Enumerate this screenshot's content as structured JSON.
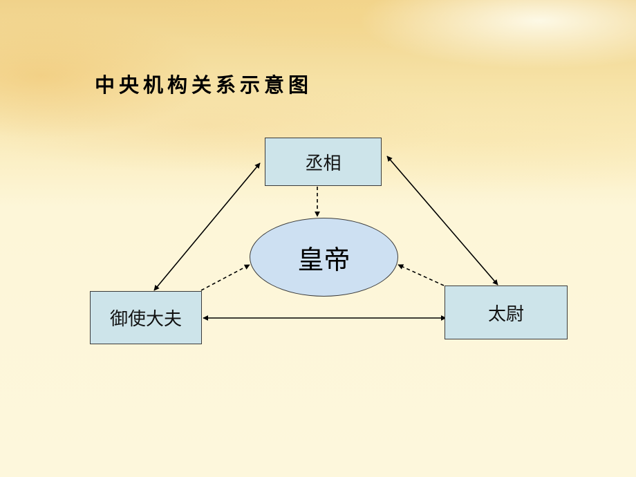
{
  "title": "中央机构关系示意图",
  "nodes": {
    "emperor": "皇帝",
    "chancellor": "丞相",
    "censor": "御使大夫",
    "commandant": "太尉"
  },
  "relations": {
    "mutual": [
      [
        "chancellor",
        "censor"
      ],
      [
        "chancellor",
        "commandant"
      ],
      [
        "censor",
        "commandant"
      ]
    ],
    "subordinate": [
      [
        "chancellor",
        "emperor"
      ],
      [
        "censor",
        "emperor"
      ],
      [
        "commandant",
        "emperor"
      ]
    ]
  },
  "colors": {
    "box_fill": "#cde4ea",
    "ellipse_fill": "#cde0f2",
    "line": "#000000"
  }
}
